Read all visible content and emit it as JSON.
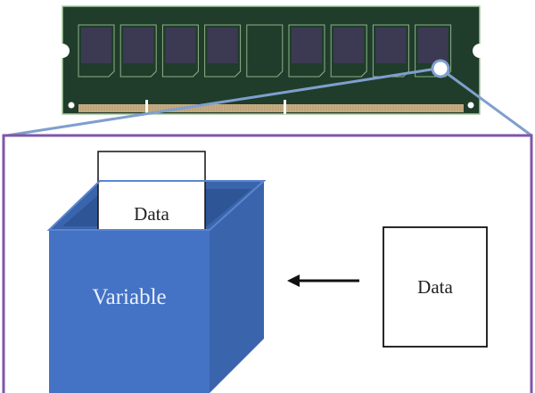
{
  "diagram": {
    "title": "Variable stored in memory",
    "memory_module": {
      "name": "RAM stick",
      "chips": 9,
      "board_color": "#1f3d2a",
      "chip_color": "#3b3a52",
      "contacts_color": "#c9ae84"
    },
    "zoom_callout_color": "#7f9fce",
    "frame_color": "#7e57a8",
    "variable_box": {
      "label": "Variable",
      "color": "#4472c4"
    },
    "stored_card": {
      "label": "Data"
    },
    "incoming_card": {
      "label": "Data"
    },
    "arrow": {
      "direction": "left"
    }
  }
}
